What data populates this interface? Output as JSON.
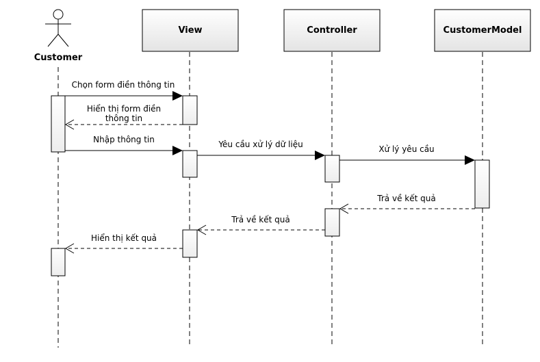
{
  "diagram": {
    "type": "sequence",
    "participants": [
      {
        "id": "customer",
        "label": "Customer",
        "kind": "actor"
      },
      {
        "id": "view",
        "label": "View",
        "kind": "box"
      },
      {
        "id": "controller",
        "label": "Controller",
        "kind": "box"
      },
      {
        "id": "customer_model",
        "label": "CustomerModel",
        "kind": "box"
      }
    ],
    "messages": [
      {
        "from": "customer",
        "to": "view",
        "lines": [
          "Chọn form điền thông tin"
        ],
        "style": "sync"
      },
      {
        "from": "view",
        "to": "customer",
        "lines": [
          "Hiển thị form điền",
          "thông tin"
        ],
        "style": "return"
      },
      {
        "from": "customer",
        "to": "view",
        "lines": [
          "Nhập thông tin"
        ],
        "style": "sync"
      },
      {
        "from": "view",
        "to": "controller",
        "lines": [
          "Yêu cầu xử lý dữ liệu"
        ],
        "style": "sync"
      },
      {
        "from": "controller",
        "to": "customer_model",
        "lines": [
          "Xử lý yêu cầu"
        ],
        "style": "sync"
      },
      {
        "from": "customer_model",
        "to": "controller",
        "lines": [
          "Trả về kết quả"
        ],
        "style": "return"
      },
      {
        "from": "controller",
        "to": "view",
        "lines": [
          "Trả về kết quả"
        ],
        "style": "return"
      },
      {
        "from": "view",
        "to": "customer",
        "lines": [
          "Hiển thị kết quả"
        ],
        "style": "return"
      }
    ],
    "colors": {
      "line": "#000000",
      "box_top": "#ffffff",
      "box_bottom": "#e6e6e6",
      "text": "#000000"
    }
  }
}
